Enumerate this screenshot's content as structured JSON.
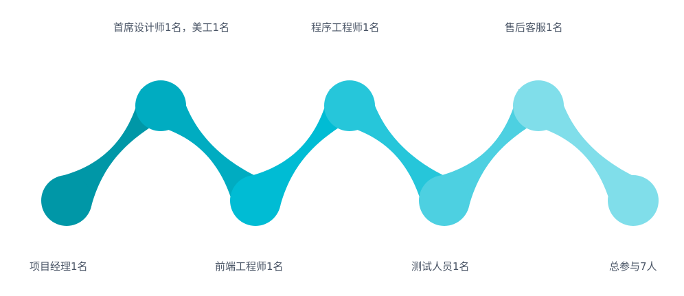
{
  "diagram": {
    "type": "zigzag-team-composition",
    "colors": {
      "text": "#4a5566",
      "segments": [
        "#0097a7",
        "#00acc1",
        "#00bcd4",
        "#26c6da",
        "#4dd0e1",
        "#80deea"
      ]
    },
    "nodes": [
      {
        "id": "n1",
        "position": "bottom",
        "label": "项目经理1名",
        "color": "#0097a7"
      },
      {
        "id": "n2",
        "position": "top",
        "label": "首席设计师1名，美工1名",
        "color": "#00acc1"
      },
      {
        "id": "n3",
        "position": "bottom",
        "label": "前端工程师1名",
        "color": "#00bcd4"
      },
      {
        "id": "n4",
        "position": "top",
        "label": "程序工程师1名",
        "color": "#26c6da"
      },
      {
        "id": "n5",
        "position": "bottom",
        "label": "测试人员1名",
        "color": "#4dd0e1"
      },
      {
        "id": "n6",
        "position": "top",
        "label": "售后客服1名",
        "color": "#80deea"
      },
      {
        "id": "n7",
        "position": "bottom",
        "label": "总参与7人",
        "color": "#80deea"
      }
    ]
  }
}
